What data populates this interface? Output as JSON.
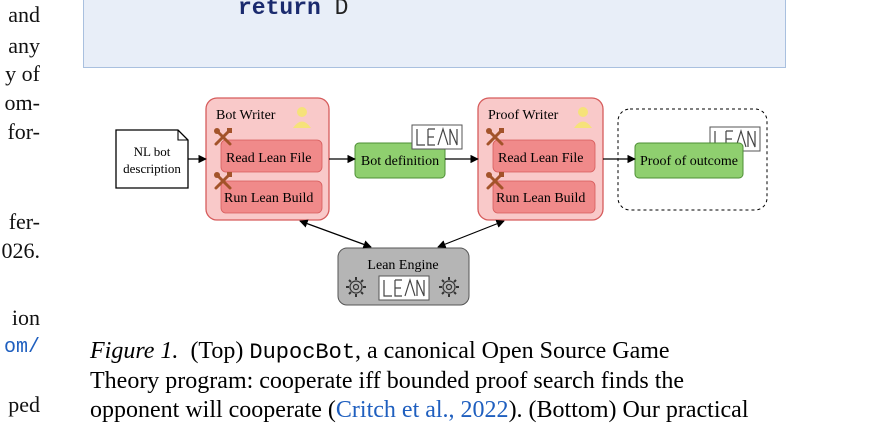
{
  "left_margin_text": [
    "and",
    "any",
    "y of",
    "om-",
    "for-",
    "fer-",
    "026.",
    "ion",
    "om/",
    "ped"
  ],
  "code": {
    "keyword": "return",
    "rest": " D"
  },
  "diagram": {
    "nl_bot_box": {
      "line1": "NL bot",
      "line2": "description"
    },
    "bot_writer": {
      "title": "Bot Writer",
      "tool1": "Read Lean File",
      "tool2": "Run Lean Build"
    },
    "bot_definition": "Bot definition",
    "proof_writer": {
      "title": "Proof Writer",
      "tool1": "Read Lean File",
      "tool2": "Run Lean Build"
    },
    "proof_of_outcome": "Proof of outcome",
    "lean_engine": "Lean Engine",
    "lean_logo_text": "LEAN",
    "colors": {
      "writer_fill": "#f9c9c9",
      "writer_stroke": "#d65c5c",
      "tool_fill": "#f08a8a",
      "green_fill": "#8fcf6f",
      "green_stroke": "#4d8f35",
      "engine_fill": "#b5b5b5",
      "person_icon": "#f6e27a",
      "tool_icon": "#a3532a"
    }
  },
  "caption": {
    "fig_label": "Figure 1.",
    "line1_a": "(Top) ",
    "line1_mono": "DupocBot",
    "line1_b": ", a canonical Open Source Game",
    "line2": "Theory program: cooperate iff bounded proof search finds the",
    "line3_a": "opponent will cooperate (",
    "line3_cite": "Critch et al., 2022",
    "line3_b": "). (Bottom) Our practical"
  }
}
